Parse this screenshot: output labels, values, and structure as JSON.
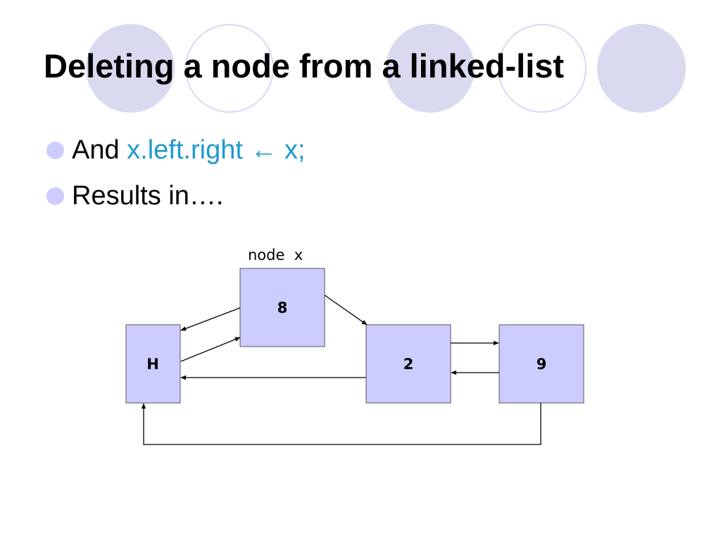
{
  "slide": {
    "title": "Deleting a node from a linked-list",
    "bullets": [
      {
        "text": "And ",
        "code": "x.left.right ← x;"
      },
      {
        "text": "Results in….",
        "code": ""
      }
    ]
  },
  "diagram": {
    "caption": "node  x",
    "nodes": [
      {
        "id": "node-x",
        "label": "8"
      },
      {
        "id": "head",
        "label": "H"
      },
      {
        "id": "node-2",
        "label": "2"
      },
      {
        "id": "node-9",
        "label": "9"
      }
    ],
    "links": [
      {
        "from": "node-x",
        "to": "head"
      },
      {
        "from": "head",
        "to": "node-x"
      },
      {
        "from": "node-x",
        "to": "node-2"
      },
      {
        "from": "node-2",
        "to": "head"
      },
      {
        "from": "node-2",
        "to": "node-9"
      },
      {
        "from": "node-9",
        "to": "node-2"
      },
      {
        "from": "node-9",
        "to": "head"
      }
    ]
  },
  "colors": {
    "node_fill": "#ccccff",
    "decoration": "#d9d9f0",
    "code_text": "#1e9ad0",
    "bullet": "#ccccff"
  }
}
